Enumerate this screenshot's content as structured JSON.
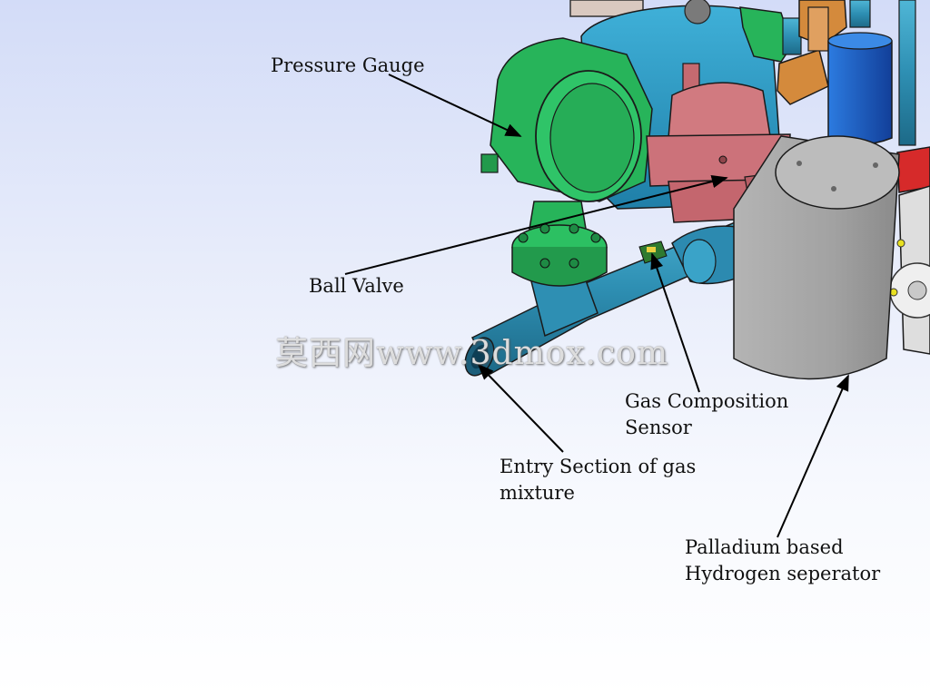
{
  "labels": {
    "pressure_gauge": "Pressure Gauge",
    "ball_valve": "Ball Valve",
    "gas_sensor_line1": "Gas Composition",
    "gas_sensor_line2": "Sensor",
    "entry_line1": "Entry Section of gas",
    "entry_line2": "mixture",
    "separator_line1": "Palladium based",
    "separator_line2": "Hydrogen seperator"
  },
  "watermark": "莫西网www.3dmox.com",
  "colors": {
    "pipe": "#2e8fb3",
    "gauge": "#27b45a",
    "valve": "#d17a80",
    "separator": "#9a9a9a",
    "tank": "#1f5fc8",
    "fitting": "#d48a3c",
    "red_pipe": "#d62a2a"
  }
}
